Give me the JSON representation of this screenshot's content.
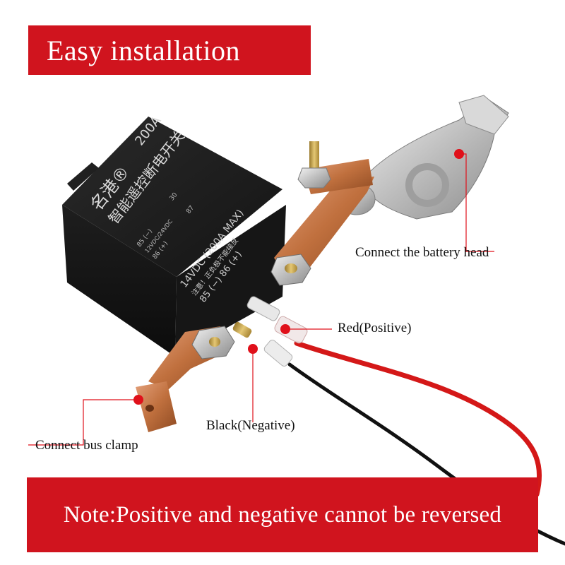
{
  "title": "Easy installation",
  "relay_print": {
    "brand": "名港®",
    "product": "智能遥控断电开关",
    "rating": "200A",
    "pin30": "30",
    "pin87": "87",
    "pin85": "85 (−)",
    "pin86": "86 (+)",
    "supply": "12VDC/24VDC",
    "spec": "14VDC (200A MAX)",
    "warning": "注意！正负极不能接反",
    "terminals": "85 (−)   86 (+)"
  },
  "labels": {
    "battery_head": "Connect the battery head",
    "red": "Red(Positive)",
    "black": "Black(Negative)",
    "bus_clamp": "Connect bus clamp"
  },
  "note": "Note:Positive and negative cannot be reversed",
  "colors": {
    "banner_red": "#d0141e",
    "marker_red": "#e0101a",
    "relay_body": "#1c1c1c",
    "copper": "#c0703e",
    "wire_red": "#d41818",
    "wire_black": "#111111",
    "silver": "#c8c8c8"
  }
}
